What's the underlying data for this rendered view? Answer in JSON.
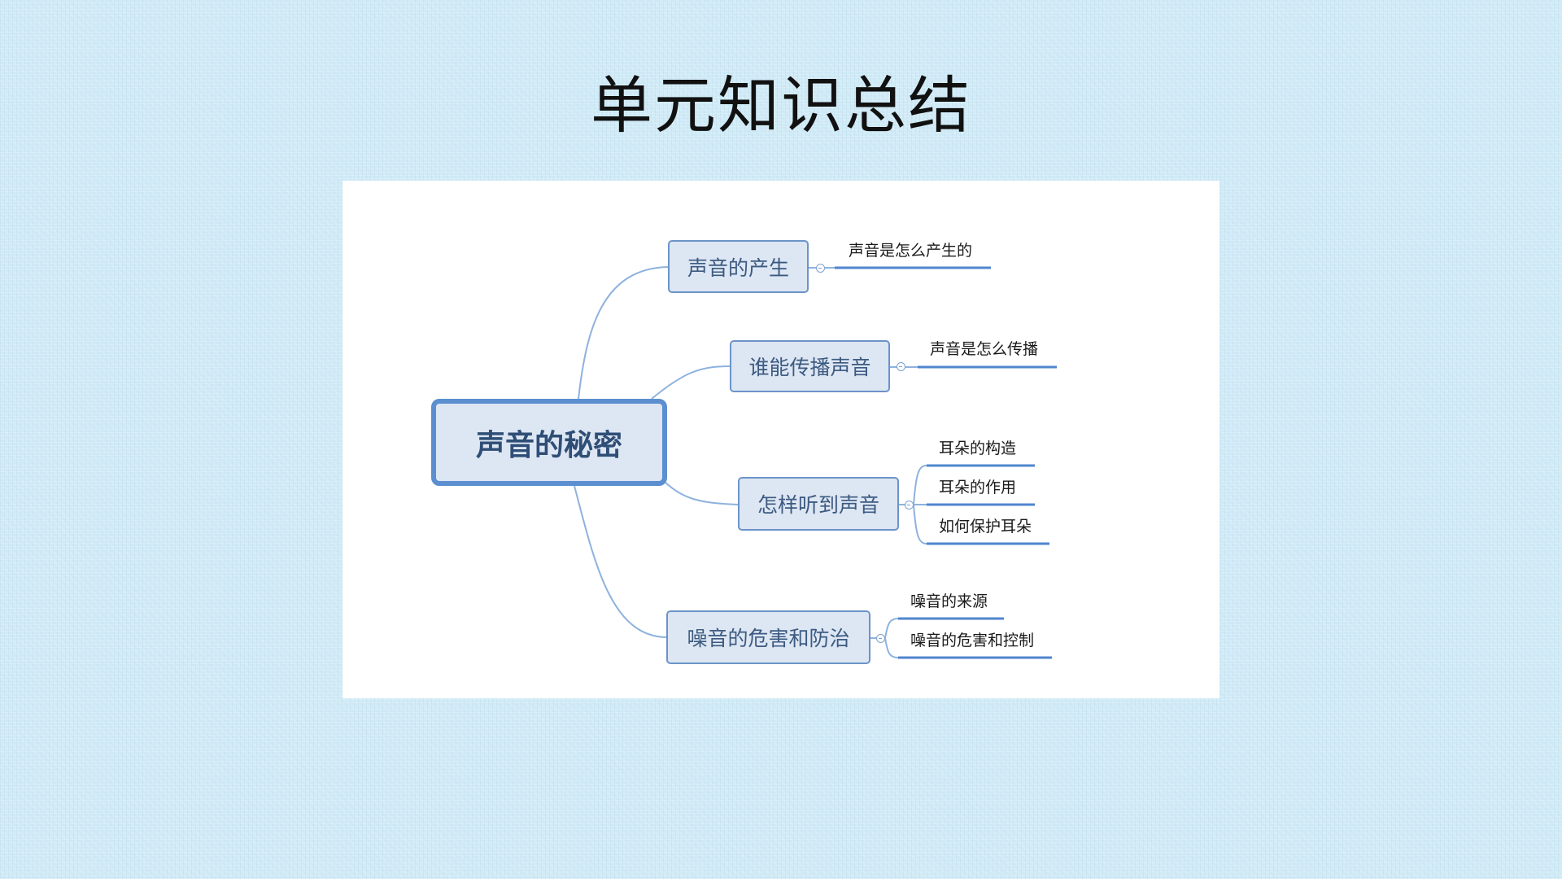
{
  "slide": {
    "title": "单元知识总结"
  },
  "mindmap": {
    "root": "声音的秘密",
    "branches": [
      {
        "label": "声音的产生",
        "children": [
          "声音是怎么产生的"
        ]
      },
      {
        "label": "谁能传播声音",
        "children": [
          "声音是怎么传播"
        ]
      },
      {
        "label": "怎样听到声音",
        "children": [
          "耳朵的构造",
          "耳朵的作用",
          "如何保护耳朵"
        ]
      },
      {
        "label": "噪音的危害和防治",
        "children": [
          "噪音的来源",
          "噪音的危害和控制"
        ]
      }
    ],
    "colors": {
      "connector": "#8eb2de",
      "underline": "#4f86cf",
      "node_fill": "#dde6f3",
      "node_border": "#6b94c8"
    }
  }
}
